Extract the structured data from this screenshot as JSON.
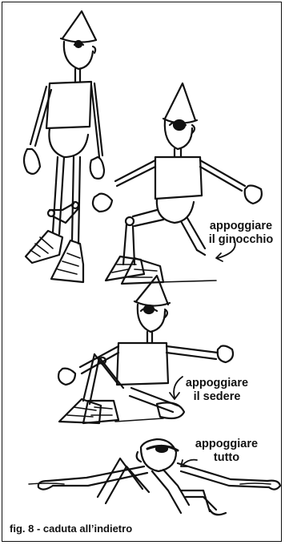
{
  "annotations": {
    "knee_line1": "appoggiare",
    "knee_line2": "il ginocchio",
    "seat_line1": "appoggiare",
    "seat_line2": "il sedere",
    "all_line1": "appoggiare",
    "all_line2": "tutto"
  },
  "caption": "fig. 8 - caduta all’indietro",
  "colors": {
    "ink": "#111111",
    "background": "#ffffff"
  }
}
